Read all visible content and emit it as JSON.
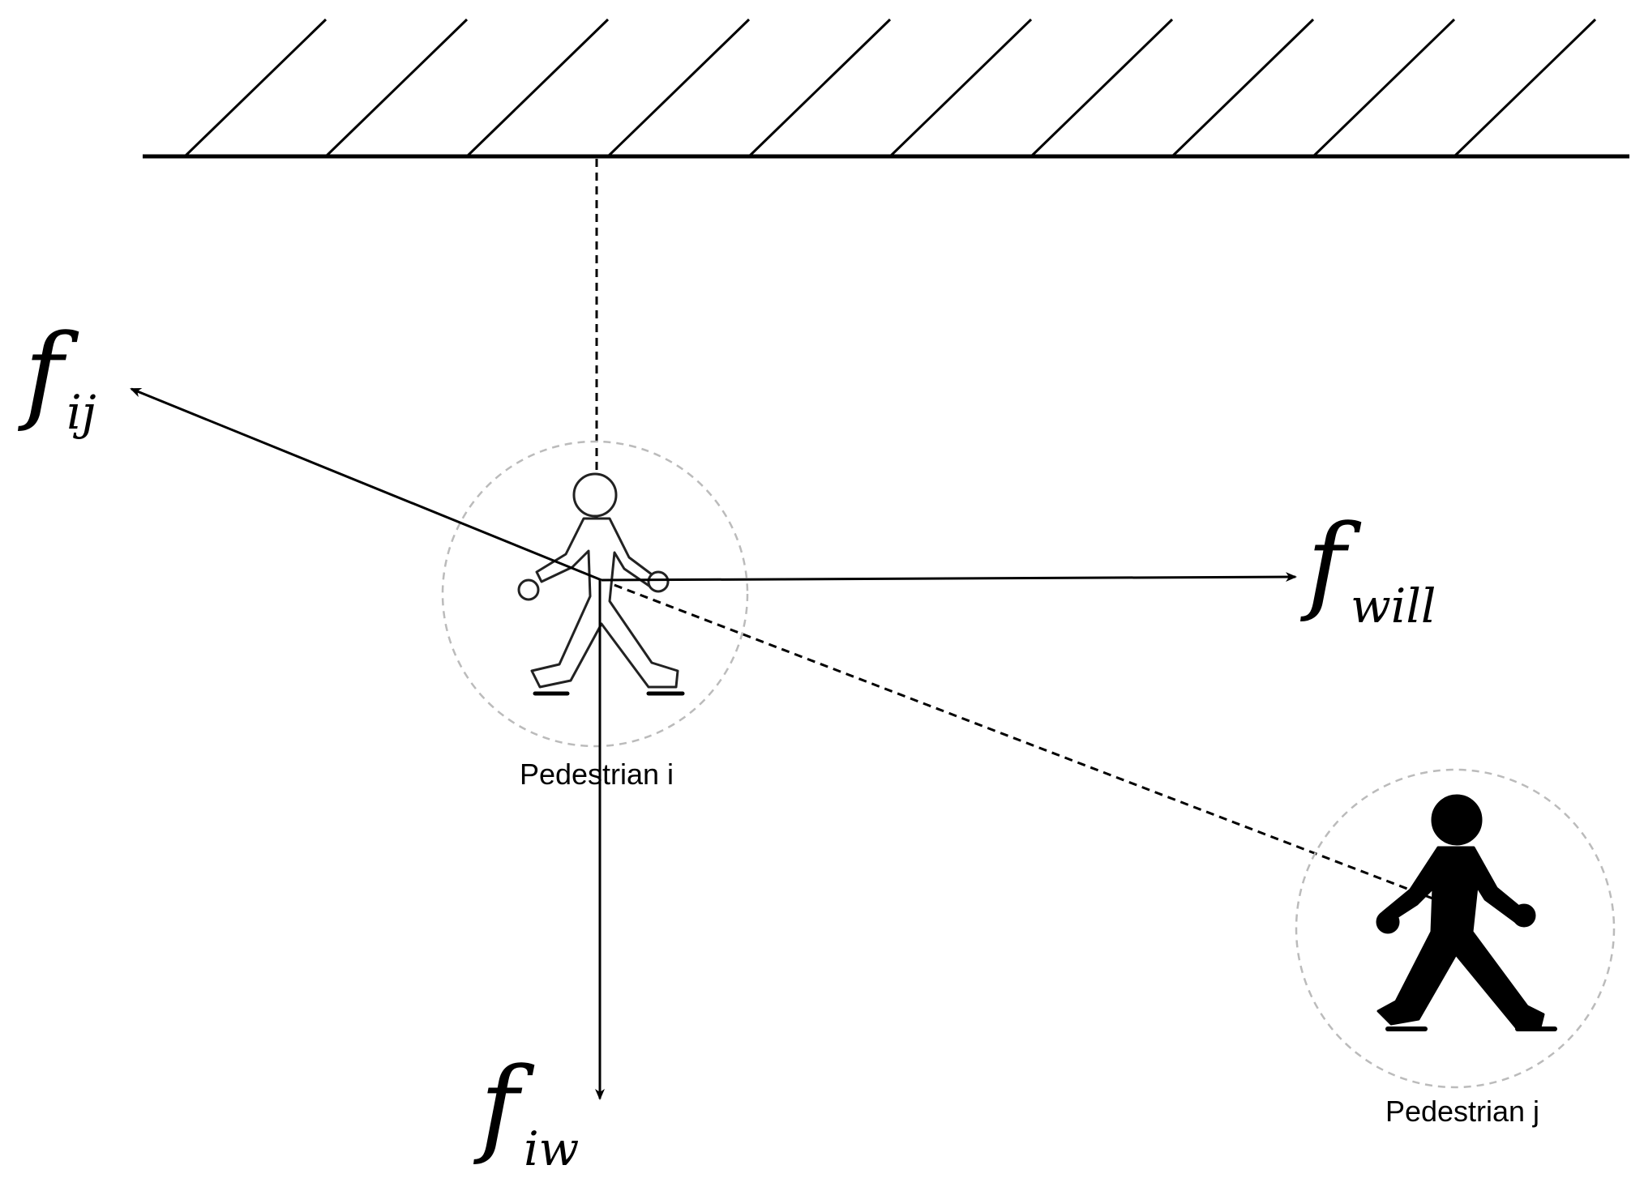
{
  "forces": {
    "fij": {
      "main": "f",
      "sub": "ij"
    },
    "fwill": {
      "main": "f",
      "sub": "will"
    },
    "fiw": {
      "main": "f",
      "sub": "iw"
    }
  },
  "pedestrians": {
    "i": {
      "label": "Pedestrian i"
    },
    "j": {
      "label": "Pedestrian j"
    }
  },
  "colors": {
    "stroke": "#000000",
    "circle": "#bbbbbb",
    "background": "#ffffff"
  }
}
